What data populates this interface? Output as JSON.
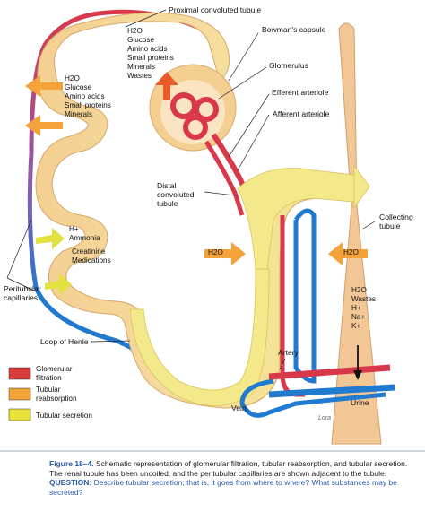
{
  "labels": {
    "proximal_tubule": "Proximal convoluted tubule",
    "bowmans_capsule": "Bowman's capsule",
    "glomerulus": "Glomerulus",
    "efferent_arteriole": "Efferent arteriole",
    "afferent_arteriole": "Afferent arteriole",
    "distal_line1": "Distal",
    "distal_line2": "convoluted",
    "distal_line3": "tubule",
    "collecting_line1": "Collecting",
    "collecting_line2": "tubule",
    "peritubular_line1": "Peritubular",
    "peritubular_line2": "capillaries",
    "loop_of_henle": "Loop of Henle",
    "artery": "Artery",
    "vein": "Vein",
    "urine": "Urine",
    "signature": "Lora"
  },
  "filtration_list": [
    "H2O",
    "Glucose",
    "Amino acids",
    "Small proteins",
    "Minerals",
    "Wastes"
  ],
  "reabsorption_list": [
    "H2O",
    "Glucose",
    "Amino acids",
    "Small proteins",
    "Minerals"
  ],
  "secretion_list": [
    "H+",
    "Ammonia"
  ],
  "secretion_list_2": [
    "Creatinine",
    "Medications"
  ],
  "h2o_labels": [
    "H2O",
    "H2O"
  ],
  "urine_contents": [
    "H2O",
    "Wastes",
    "H+",
    "Na+",
    "K+"
  ],
  "legend": [
    {
      "label_line1": "Glomerular",
      "label_line2": "filtration",
      "color": "#d93a3a"
    },
    {
      "label_line1": "Tubular",
      "label_line2": "reabsorption",
      "color": "#f2a33a"
    },
    {
      "label_line1": "Tubular secretion",
      "label_line2": "",
      "color": "#e6e23a"
    }
  ],
  "caption": {
    "figure_label": "Figure 18–4.",
    "text": "Schematic representation of glomerular filtration, tubular reabsorption, and tubular secretion. The renal tubule has been uncoiled, and the peritubular capillaries are shown adjacent to the tubule.",
    "question_label": "QUESTION:",
    "question_text": "Describe tubular secretion; that is, it goes from where to where? What substances may be secreted?"
  },
  "colors": {
    "tubule": "#f4cf92",
    "tubule_yellow": "#f3e88a",
    "artery_red": "#d9384a",
    "vein_blue": "#1f7ad0",
    "arrow_orange": "#f4a23a",
    "arrow_red": "#e85c2c",
    "arrow_yellow": "#e2e23e",
    "collecting_duct": "#f3c795"
  }
}
